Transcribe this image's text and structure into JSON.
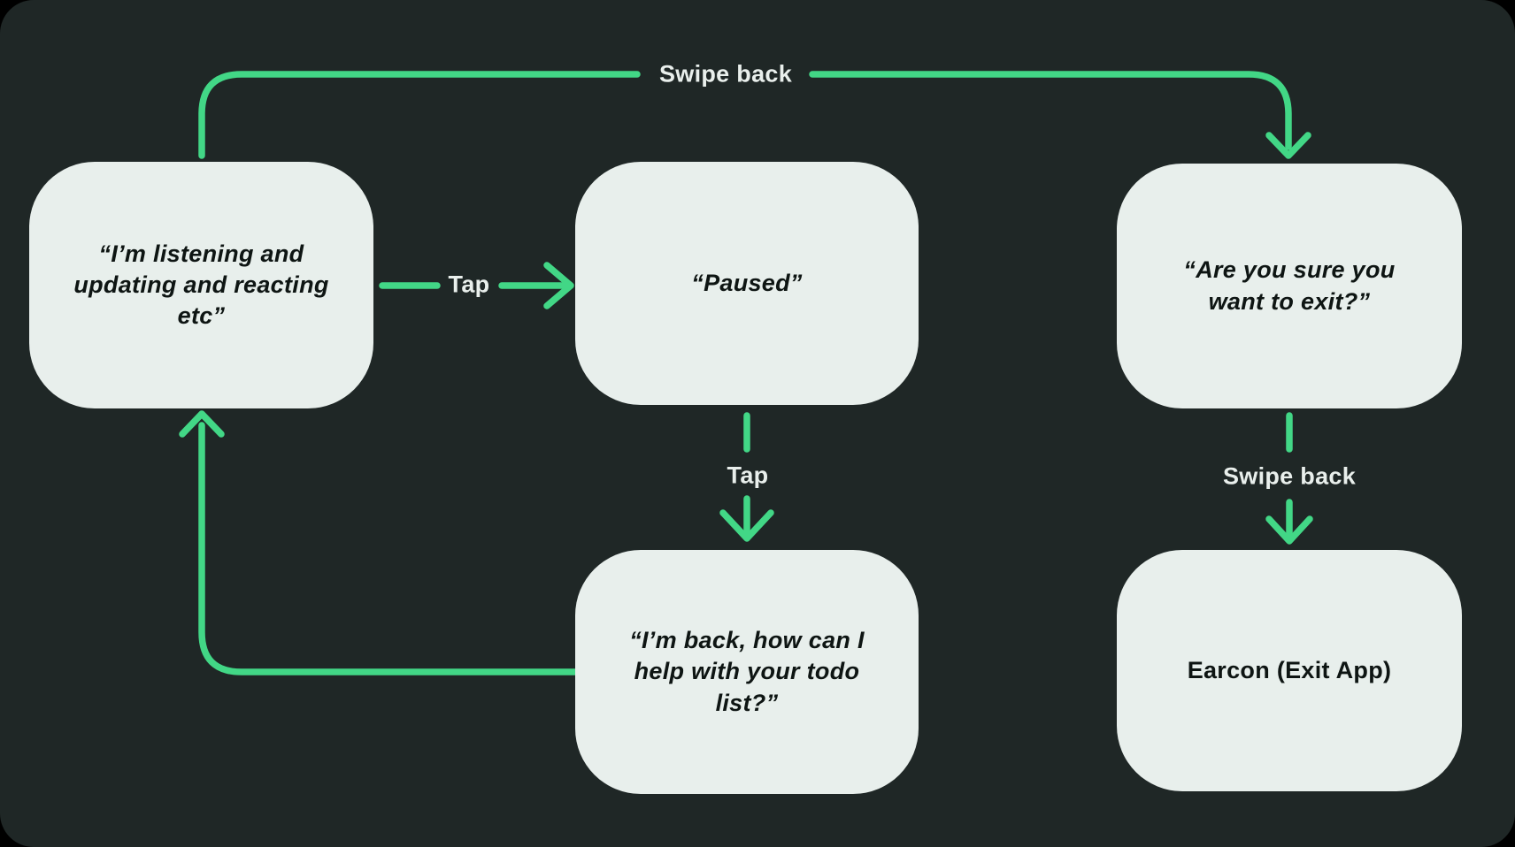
{
  "theme": {
    "page-bg": "#000000",
    "panel-bg": "#1f2726",
    "node-bg": "#e8efec",
    "arrow-color": "#42d786",
    "edge-label-color": "#e9efec",
    "node-text-color": "#0e1513"
  },
  "diagram": {
    "nodes": {
      "listening": {
        "text": "“I’m listening and\nupdating and reacting\netc”"
      },
      "paused": {
        "text": "“Paused”"
      },
      "confirm_exit": {
        "text": "“Are you sure you\nwant to exit?”"
      },
      "back": {
        "text": "“I’m back, how can I\nhelp with your todo\nlist?”"
      },
      "earcon": {
        "text": "Earcon (Exit App)"
      }
    },
    "edges": {
      "swipe_back_top": {
        "label": "Swipe back",
        "from": "listening",
        "to": "confirm_exit"
      },
      "tap_pause": {
        "label": "Tap",
        "from": "listening",
        "to": "paused"
      },
      "tap_resume": {
        "label": "Tap",
        "from": "paused",
        "to": "back"
      },
      "loop_back": {
        "label": "",
        "from": "back",
        "to": "listening"
      },
      "swipe_back_exit": {
        "label": "Swipe back",
        "from": "confirm_exit",
        "to": "earcon"
      }
    }
  }
}
